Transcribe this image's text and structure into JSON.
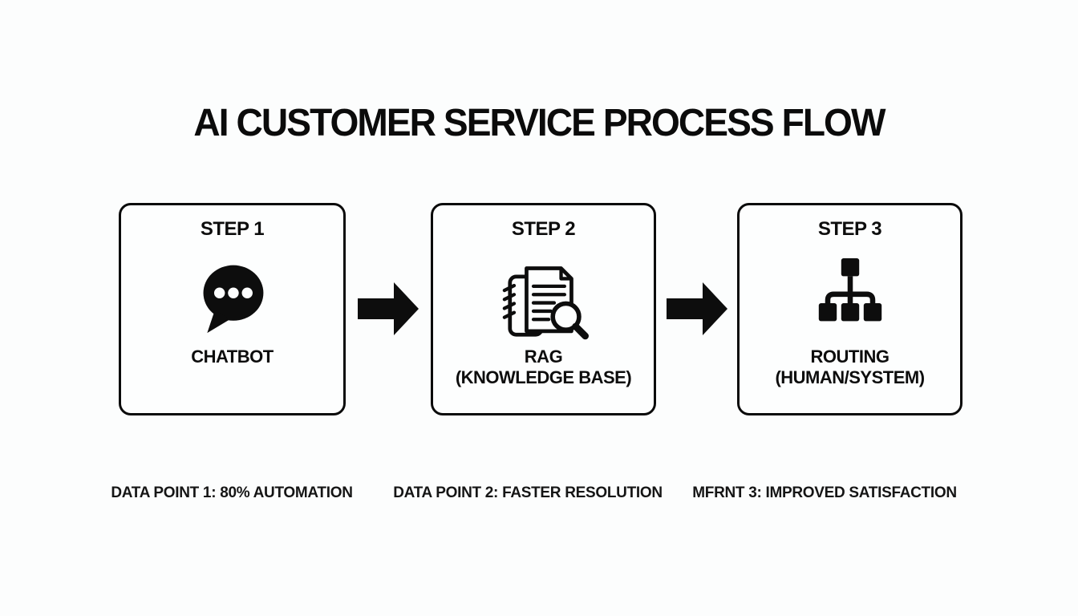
{
  "title": "AI CUSTOMER SERVICE PROCESS FLOW",
  "steps": [
    {
      "label": "STEP 1",
      "icon": "chat-bubble-icon",
      "name": "CHATBOT",
      "subname": ""
    },
    {
      "label": "STEP 2",
      "icon": "document-search-icon",
      "name": "RAG",
      "subname": "(KNOWLEDGE BASE)"
    },
    {
      "label": "STEP 3",
      "icon": "hierarchy-icon",
      "name": "ROUTING",
      "subname": "(HUMAN/SYSTEM)"
    }
  ],
  "data_points": [
    "DATA POINT 1: 80% AUTOMATION",
    "DATA POINT 2: FASTER RESOLUTION",
    "MFRNT 3: IMPROVED SATISFACTION"
  ],
  "colors": {
    "background": "#fcfdfd",
    "foreground": "#0d0d0d",
    "box_border": "#0a0a0a"
  }
}
